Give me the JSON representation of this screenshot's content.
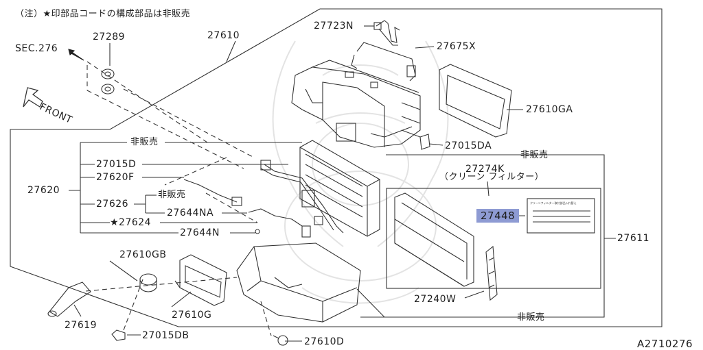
{
  "note": "（注）★印部品コードの構成部品は非販売",
  "diagram_code": "A2710276",
  "section_ref": "SEC.276",
  "front_label": "FRONT",
  "not_sold": "非販売",
  "filter_caption": "（クリーン フィルター）",
  "label_small_text": "クリーンフィルター取付部品入れ替え",
  "parts": {
    "p27289": "27289",
    "p27610": "27610",
    "p27723N": "27723N",
    "p27675X": "27675X",
    "p27610GA": "27610GA",
    "p27015DA": "27015DA",
    "p27620": "27620",
    "p27015D": "27015D",
    "p27620F": "27620F",
    "p27626": "27626",
    "p27644NA": "27644NA",
    "p27624": "★27624",
    "p27644N": "27644N",
    "p27274K": "27274K",
    "p27448": "27448",
    "p27611": "27611",
    "p27610GB": "27610GB",
    "p27240W": "27240W",
    "p27619": "27619",
    "p27610G": "27610G",
    "p27015DB": "27015DB",
    "p27610D": "27610D"
  },
  "colors": {
    "line": "#333333",
    "highlight": "#8e9bd3",
    "watermark": "#e6e6e6"
  }
}
